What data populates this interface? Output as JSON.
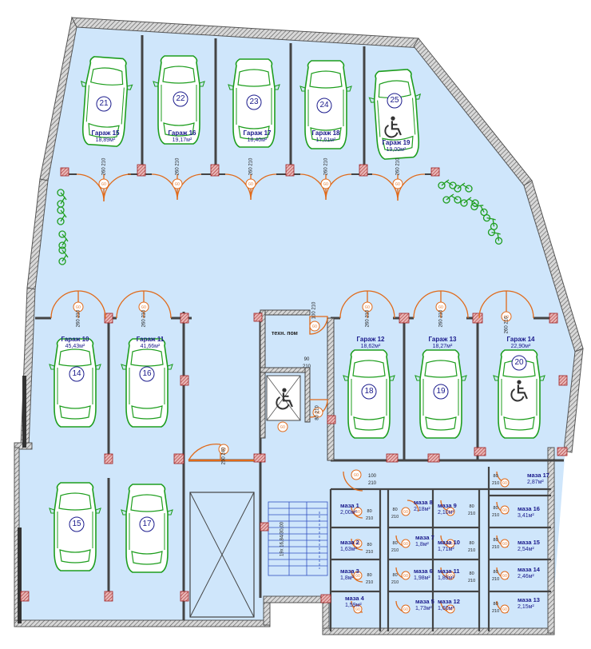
{
  "colors": {
    "floor": "#cfe6fb",
    "wall": "#5a5a5a",
    "wall_hatch": "#8a8a8a",
    "car": "#1e9e1e",
    "door": "#e06a1a",
    "label": "#1a1a8c",
    "column": "#c0504d",
    "stair": "#3050c0",
    "bike": "#1e9e1e"
  },
  "garages": [
    {
      "name": "Гараж 15",
      "area": "18,89м²",
      "spot": "21"
    },
    {
      "name": "Гараж 16",
      "area": "19,17м²",
      "spot": "22"
    },
    {
      "name": "Гараж 17",
      "area": "18,40м²",
      "spot": "23"
    },
    {
      "name": "Гараж 18",
      "area": "17,61м²",
      "spot": "24"
    },
    {
      "name": "Гараж 19",
      "area": "19,00м²",
      "spot": "25"
    },
    {
      "name": "Гараж 10",
      "area": "45,43м²",
      "spot": "14"
    },
    {
      "name": "Гараж 11",
      "area": "41,66м²",
      "spot": "16"
    },
    {
      "name": "Гараж 12",
      "area": "18,62м²",
      "spot": "18"
    },
    {
      "name": "Гараж 13",
      "area": "18,27м²",
      "spot": "19"
    },
    {
      "name": "Гараж 14",
      "area": "22,90м²",
      "spot": "20"
    }
  ],
  "open_spots": [
    "15",
    "17"
  ],
  "storages": [
    {
      "name": "маза 1",
      "area": "2,00м²"
    },
    {
      "name": "маза 2",
      "area": "1,63м²"
    },
    {
      "name": "маза 3",
      "area": "1,8м²"
    },
    {
      "name": "маза 4",
      "area": "1,59м²"
    },
    {
      "name": "маза 8",
      "area": "2,18м²"
    },
    {
      "name": "маза 7",
      "area": "1,8м²"
    },
    {
      "name": "маза 6",
      "area": "1,98м²"
    },
    {
      "name": "маза 5",
      "area": "1,73м²"
    },
    {
      "name": "маза 9",
      "area": "2,10м²"
    },
    {
      "name": "маза 10",
      "area": "1,71м²"
    },
    {
      "name": "маза 11",
      "area": "1,89м²"
    },
    {
      "name": "маза 12",
      "area": "1,60м²"
    },
    {
      "name": "маза 17",
      "area": "2,87м²"
    },
    {
      "name": "маза 16",
      "area": "3,41м²"
    },
    {
      "name": "маза 15",
      "area": "2,54м²"
    },
    {
      "name": "маза 14",
      "area": "2,46м²"
    },
    {
      "name": "маза 13",
      "area": "2,15м²"
    }
  ],
  "tech_room": "техн. пом",
  "door_tag": "GD",
  "door_sizes": {
    "garage_door": [
      "260",
      "210"
    ],
    "left_door": [
      "260",
      "210"
    ],
    "mid_door": [
      "250",
      "240"
    ],
    "storage_door": [
      "80",
      "210"
    ],
    "wide_storage": [
      "100",
      "210"
    ],
    "tech_door": [
      "90",
      "210"
    ],
    "lift_door": [
      "80",
      "210"
    ],
    "small_tech": [
      "100",
      "210"
    ]
  },
  "stair_note": "19x 16,84/30,00"
}
